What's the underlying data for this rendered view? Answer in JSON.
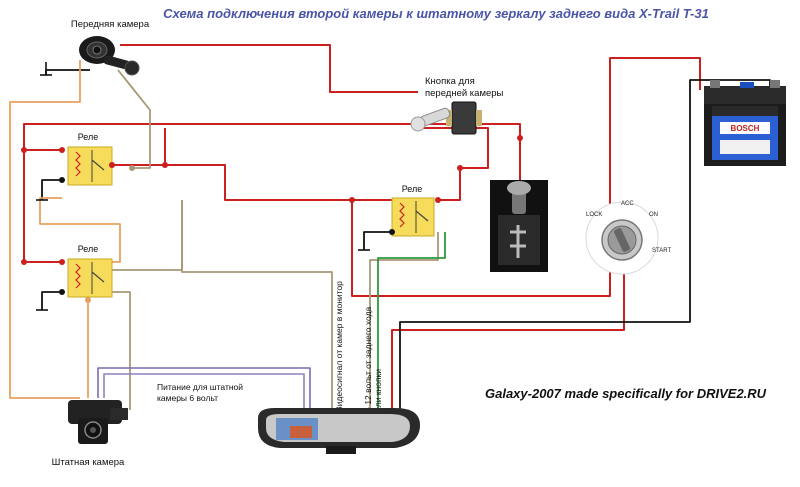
{
  "title": "Схема подключения второй камеры к штатному зеркалу заднего вида X-Trail T-31",
  "labels": {
    "front_camera": "Передняя камера",
    "front_button": [
      "Кнопка для",
      "передней камеры"
    ],
    "relay": "Реле",
    "stock_camera": "Штатная камера",
    "power_label": [
      "Питание для штатной",
      "камеры  6 вольт"
    ],
    "video_signal": "Видеосигнал от камер в монитор",
    "plus12": [
      "+ 12 вольт от заднего хода",
      "или кнопки"
    ],
    "credit": "Galaxy-2007 made specifically for DRIVE2.RU"
  },
  "ignition": {
    "lock": "LOCK",
    "acc": "ACC",
    "on": "ON",
    "start": "START"
  },
  "battery_brand": "BOSCH",
  "colors": {
    "red": "#cc2020",
    "tan": "#a89878",
    "orange": "#e8a060",
    "green": "#2c9a3a",
    "purple": "#7a6ab0",
    "black": "#111111",
    "relay_fill": "#f6dc5a"
  }
}
